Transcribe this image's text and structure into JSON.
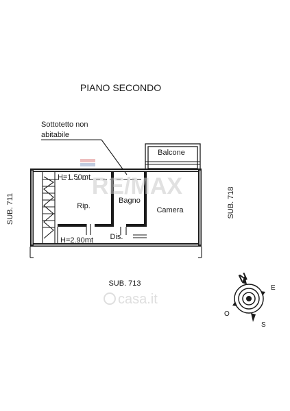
{
  "plan": {
    "title": "PIANO SECONDO",
    "note_line1": "Sottotetto non",
    "note_line2": "abitabile",
    "rooms": {
      "balcone": "Balcone",
      "rip": "Rip.",
      "bagno": "Bagno",
      "camera": "Camera",
      "dis": "Dis."
    },
    "heights": {
      "low": "H=1.50mt",
      "high": "H=2.90mt"
    },
    "neighbors": {
      "left": "SUB. 711",
      "right": "SUB. 718",
      "bottom": "SUB. 713"
    },
    "compass": {
      "n": "N",
      "e": "E",
      "s": "S",
      "o": "O"
    },
    "watermarks": {
      "agency": "RE/MAX",
      "portal": "casa.it"
    }
  },
  "colors": {
    "ink": "#1a1a1a",
    "watermark": "#c9c9c9",
    "watermark_red": "#e08a8a",
    "watermark_blue": "#8fa3c8"
  }
}
